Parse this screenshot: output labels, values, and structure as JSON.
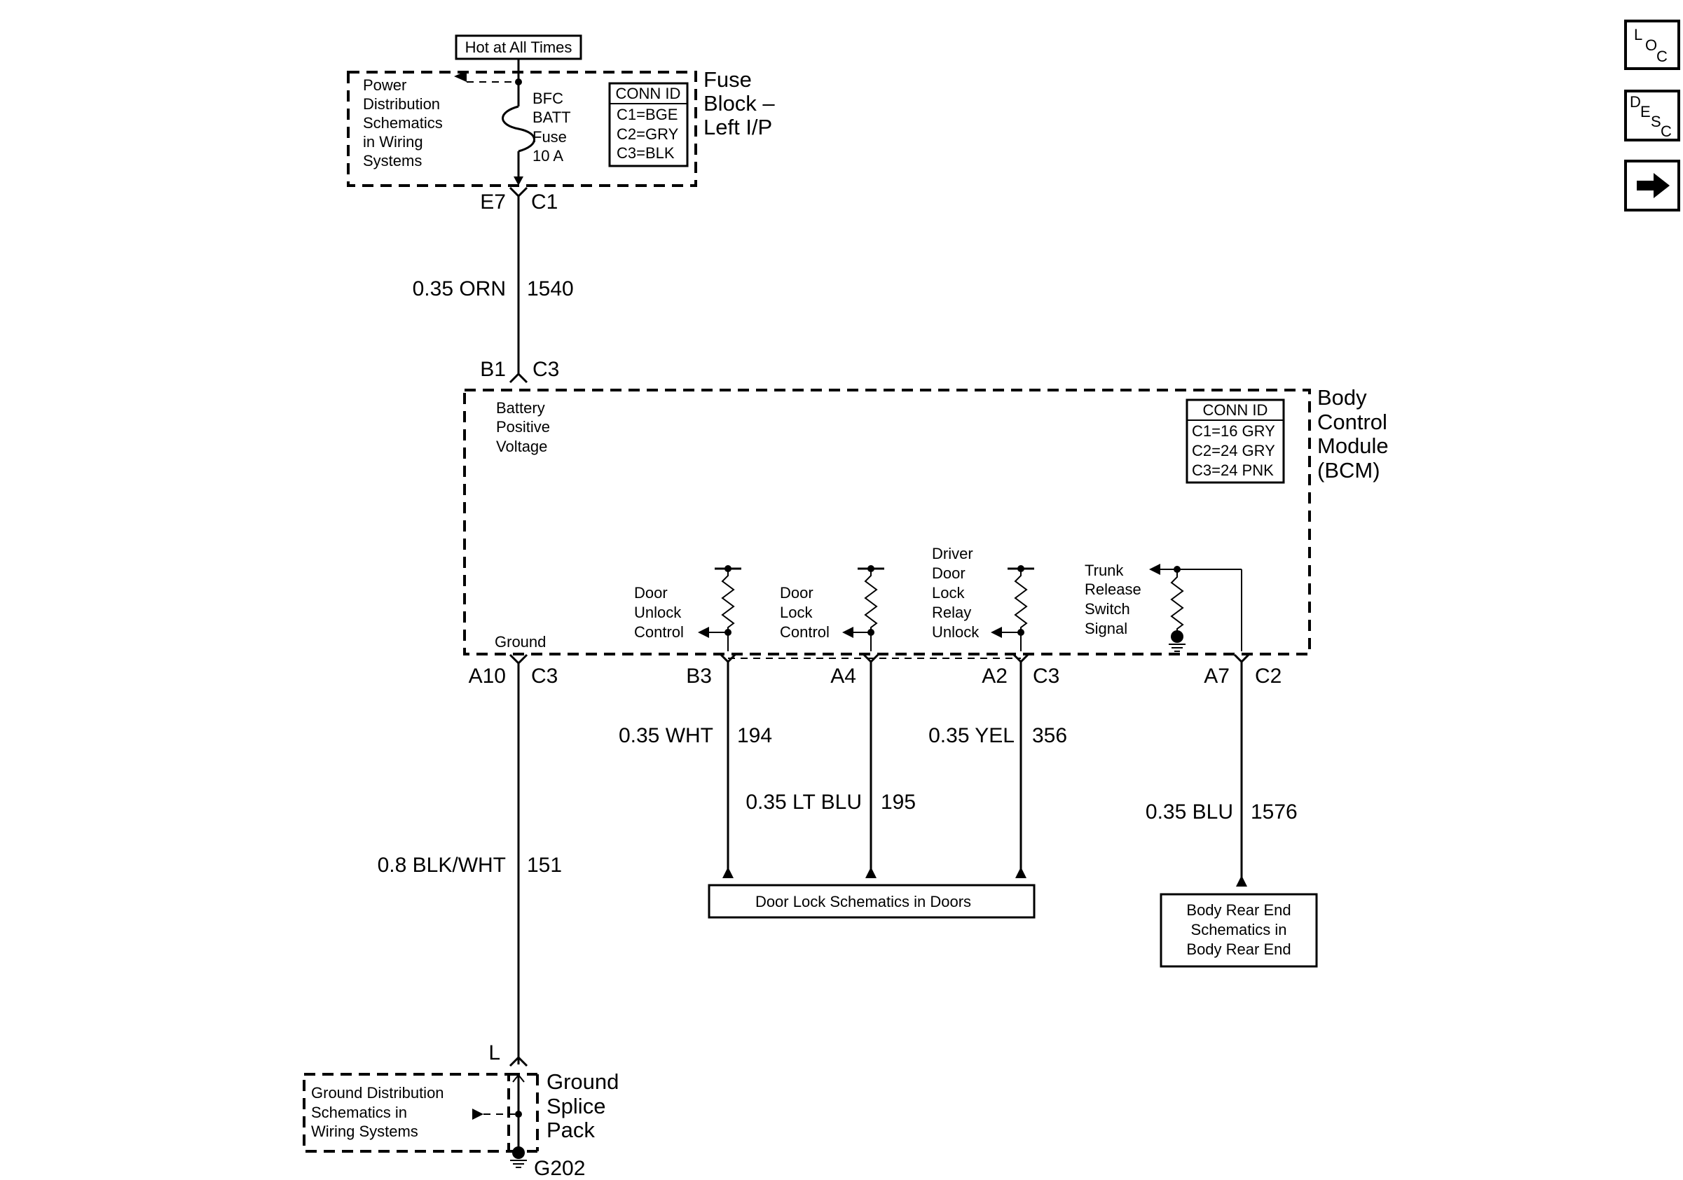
{
  "fuse_block": {
    "supply_label": "Hot at All Times",
    "title_lines": [
      "Fuse",
      "Block –",
      "Left I/P"
    ],
    "power_ref_lines": [
      "Power",
      "Distribution",
      "Schematics",
      "in Wiring",
      "Systems"
    ],
    "fuse_lines": [
      "BFC",
      "BATT",
      "Fuse",
      "10 A"
    ],
    "conn_id": {
      "header": "CONN ID",
      "rows": [
        "C1=BGE",
        "C2=GRY",
        "C3=BLK"
      ]
    },
    "pin": "E7",
    "connector": "C1"
  },
  "wire_1540": {
    "gauge_color": "0.35 ORN",
    "circuit": "1540"
  },
  "bcm": {
    "title_lines": [
      "Body",
      "Control",
      "Module",
      "(BCM)"
    ],
    "conn_id": {
      "header": "CONN ID",
      "rows": [
        "C1=16 GRY",
        "C2=24 GRY",
        "C3=24 PNK"
      ]
    },
    "batt_label_lines": [
      "Battery",
      "Positive",
      "Voltage"
    ],
    "batt_pin": "B1",
    "batt_connector": "C3",
    "ground_label": "Ground",
    "ground_pin": "A10",
    "ground_connector": "C3",
    "outputs": [
      {
        "label_lines": [
          "Door",
          "Unlock",
          "Control"
        ],
        "pin": "B3",
        "connector": ""
      },
      {
        "label_lines": [
          "Door",
          "Lock",
          "Control"
        ],
        "pin": "A4",
        "connector": ""
      },
      {
        "label_lines": [
          "Driver",
          "Door",
          "Lock",
          "Relay",
          "Unlock"
        ],
        "pin": "A2",
        "connector": "C3"
      },
      {
        "label_lines": [
          "Trunk",
          "Release",
          "Switch",
          "Signal"
        ],
        "pin": "A7",
        "connector": "C2"
      }
    ]
  },
  "wires": {
    "w194": {
      "gauge_color": "0.35 WHT",
      "circuit": "194"
    },
    "w195": {
      "gauge_color": "0.35 LT BLU",
      "circuit": "195"
    },
    "w356": {
      "gauge_color": "0.35 YEL",
      "circuit": "356"
    },
    "w1576": {
      "gauge_color": "0.35 BLU",
      "circuit": "1576"
    },
    "w151": {
      "gauge_color": "0.8 BLK/WHT",
      "circuit": "151"
    }
  },
  "door_lock_ref": "Door Lock Schematics in Doors",
  "body_rear_ref_lines": [
    "Body Rear End",
    "Schematics in",
    "Body Rear End"
  ],
  "ground_splice": {
    "pin": "L",
    "title_lines": [
      "Ground",
      "Splice",
      "Pack"
    ],
    "ref_lines": [
      "Ground Distribution",
      "Schematics in",
      "Wiring Systems"
    ],
    "ground_id": "G202"
  },
  "nav": {
    "loc": {
      "a": "L",
      "b": "O",
      "c": "C"
    },
    "desc": {
      "a": "D",
      "b": "E",
      "c": "S",
      "d": "C"
    },
    "next_icon": "arrow-right-icon"
  }
}
